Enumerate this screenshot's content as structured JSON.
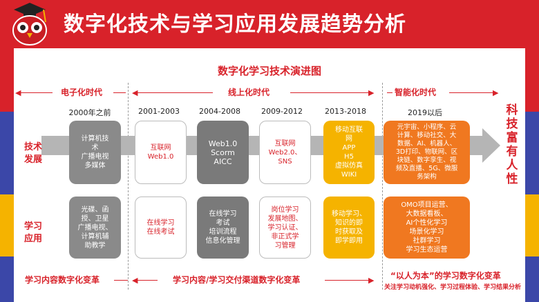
{
  "header": {
    "title": "数字化技术与学习应用发展趋势分析"
  },
  "subtitle": "数字化学习技术演进图",
  "eras": {
    "electronic": "电子化时代",
    "online": "线上化时代",
    "intelligent": "智能化时代"
  },
  "years": [
    "2000年之前",
    "2001-2003",
    "2004-2008",
    "2009-2012",
    "2013-2018",
    "2019以后"
  ],
  "row_labels": {
    "tech": "技术\n发展",
    "learning": "学习\n应用"
  },
  "tech_boxes": [
    "计算机技\n术\n广播电视\n多媒体",
    "互联网\nWeb1.0",
    "Web1.0\nScorm\nAICC",
    "互联网\nWeb2.0、\nSNS",
    "移动互联\n网\nAPP\nH5\n虚拟仿真\nWIKI",
    "元宇宙、小程序、云\n计算、移动社交、大\n数据、AI、机器人、\n3D打印、物联网、区\n块链、数字孪生、视\n频及直播、5G、微服\n务架构"
  ],
  "learning_boxes": [
    "光碟、函\n授、卫星\n广播电视、\n计算机辅\n助教学",
    "在线学习\n在线考试",
    "在线学习\n考试\n培训流程\n信息化管理",
    "岗位学习\n发展地图、\n学习认证、\n非正式学\n习管理",
    "移动学习、\n知识的即\n时获取及\n即学即用",
    "OMO项目运营、\n大数据看板、\nAI个性化学习\n场景化学习\n社群学习\n学习生态运营"
  ],
  "right_label": "科技富有人性",
  "footer": {
    "left": "学习内容数字化变革",
    "middle": "学习内容/学习交付渠道数字化变革",
    "right_title": "“以人为本”的学习数字化变革",
    "right_sub": "关注学习动机强化、学习过程体验、学习结果分析"
  },
  "colors": {
    "brand": "#d8222a",
    "yellow": "#f5b300",
    "orange": "#f07820"
  },
  "icons": {
    "logo": "owl-graduate-icon"
  }
}
